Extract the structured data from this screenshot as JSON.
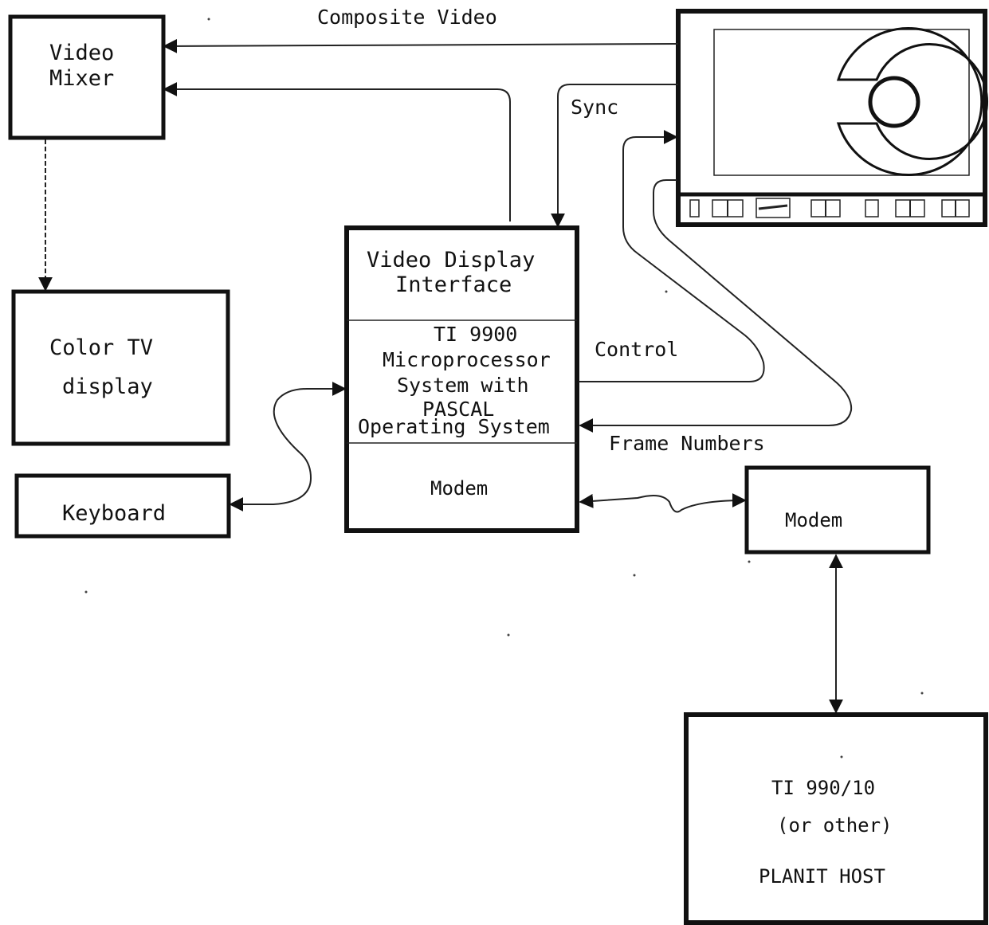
{
  "diagram": {
    "labels": {
      "composite_video": "Composite Video",
      "sync": "Sync",
      "control": "Control",
      "frame_numbers": "Frame Numbers"
    },
    "video_mixer": {
      "line1": "Video",
      "line2": "Mixer"
    },
    "color_tv": {
      "line1": "Color TV",
      "line2": "display"
    },
    "keyboard": {
      "label": "Keyboard"
    },
    "processor_unit": {
      "vdi": {
        "line1": "Video Display",
        "line2": "Interface"
      },
      "cpu": {
        "line1": "TI 9900",
        "line2": "Microprocessor",
        "line3": "System with",
        "line4": "PASCAL",
        "line5": "Operating System"
      },
      "modem": "Modem"
    },
    "remote_modem": {
      "label": "Modem"
    },
    "host": {
      "line1": "TI  990/10",
      "line2": "(or other)",
      "line3": "PLANIT HOST"
    },
    "monitor_icon": "videodisc-player-icon"
  }
}
